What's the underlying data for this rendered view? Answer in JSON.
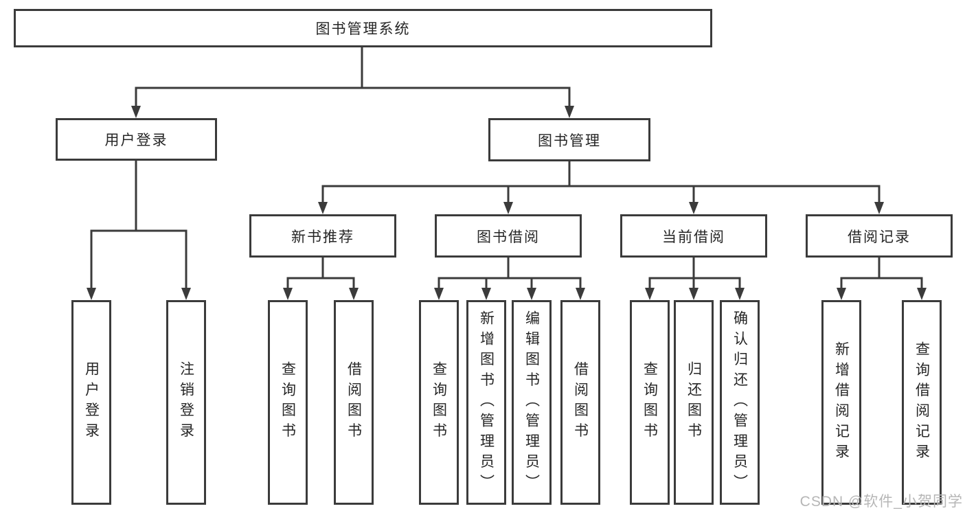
{
  "diagram": {
    "root": {
      "label": "图书管理系统"
    },
    "level2": [
      {
        "label": "用户登录",
        "children": [
          {
            "label": "用户登录"
          },
          {
            "label": "注销登录"
          }
        ]
      },
      {
        "label": "图书管理",
        "children": [
          {
            "label": "新书推荐",
            "children": [
              {
                "label": "查询图书"
              },
              {
                "label": "借阅图书"
              }
            ]
          },
          {
            "label": "图书借阅",
            "children": [
              {
                "label": "查询图书"
              },
              {
                "label": "新增图书（管理员）"
              },
              {
                "label": "编辑图书（管理员）"
              },
              {
                "label": "借阅图书"
              }
            ]
          },
          {
            "label": "当前借阅",
            "children": [
              {
                "label": "查询图书"
              },
              {
                "label": "归还图书"
              },
              {
                "label": "确认归还（管理员）"
              }
            ]
          },
          {
            "label": "借阅记录",
            "children": [
              {
                "label": "新增借阅记录"
              },
              {
                "label": "查询借阅记录"
              }
            ]
          }
        ]
      }
    ]
  },
  "watermark": {
    "text": "CSDN @软件_小贺同学"
  },
  "colors": {
    "line": "#3b3b3b",
    "text": "#262626",
    "watermark": "#b6b6b6",
    "background": "#ffffff"
  }
}
